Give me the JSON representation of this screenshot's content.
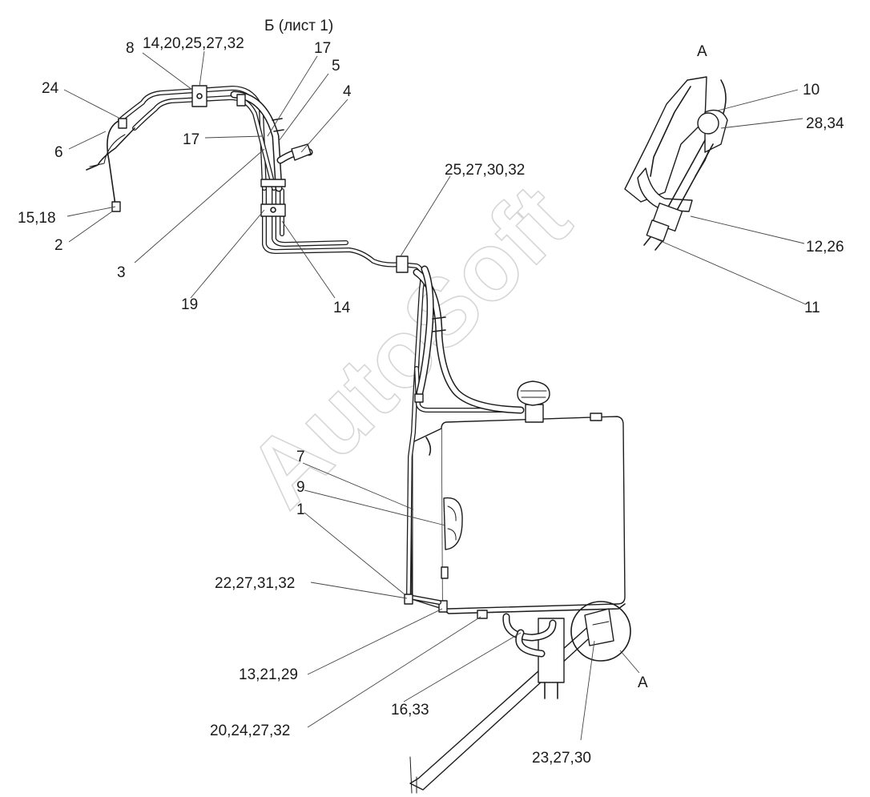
{
  "diagram": {
    "section_label": "Б (лист 1)",
    "detail_label_top": "А",
    "detail_label_bottom": "А",
    "watermark": "AutoSoft",
    "callouts": [
      "8",
      "14,20,25,27,32",
      "17",
      "5",
      "4",
      "24",
      "6",
      "17",
      "15,18",
      "2",
      "3",
      "19",
      "14",
      "25,27,30,32",
      "10",
      "28,34",
      "12,26",
      "11",
      "7",
      "9",
      "1",
      "22,27,31,32",
      "13,21,29",
      "20,24,27,32",
      "16,33",
      "23,27,30"
    ]
  }
}
